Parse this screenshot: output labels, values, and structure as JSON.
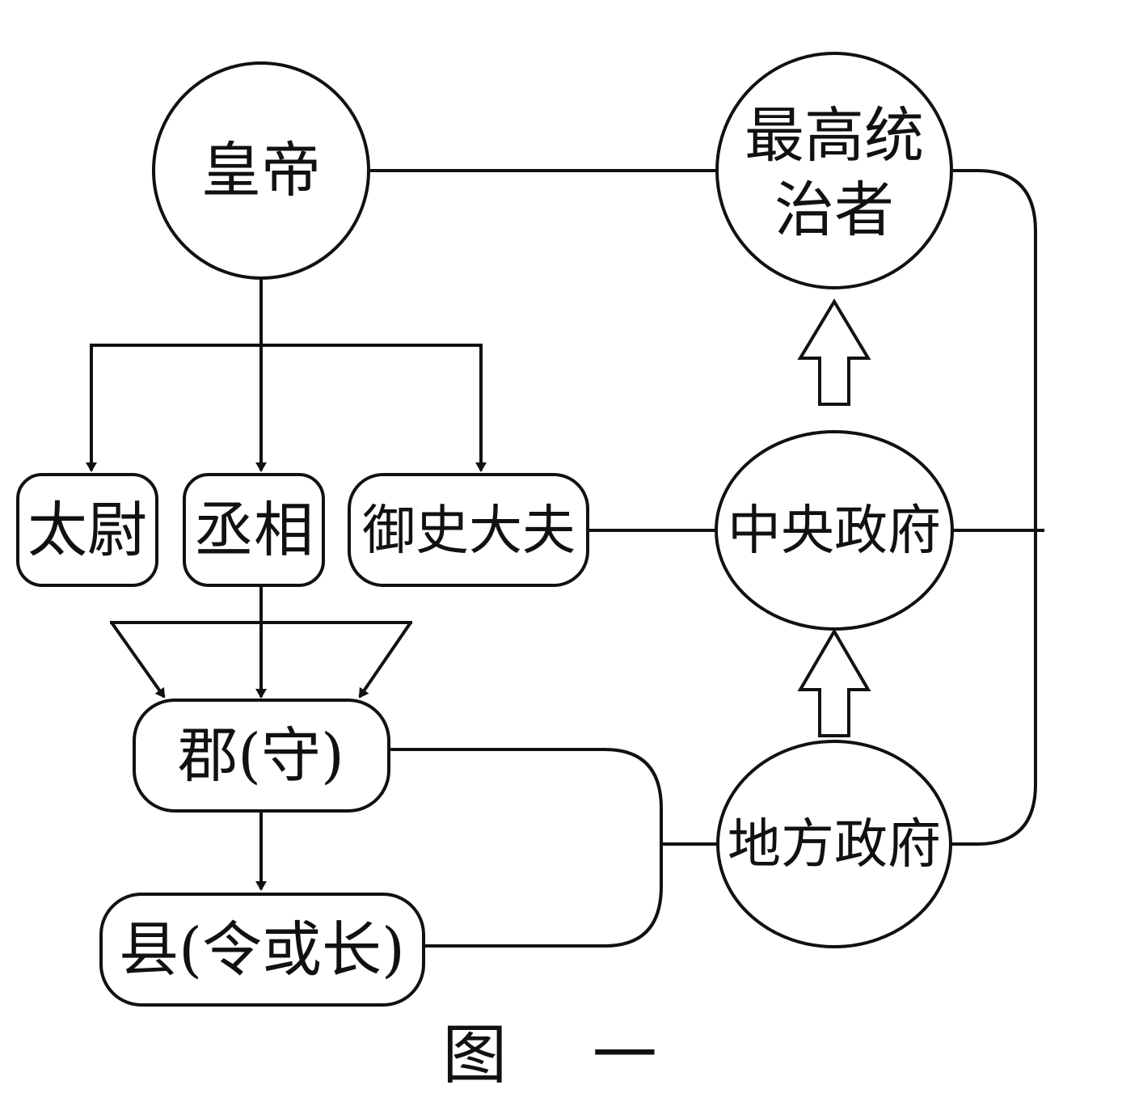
{
  "nodes": {
    "emperor": "皇帝",
    "supreme_ruler_line1": "最高统",
    "supreme_ruler_line2": "治者",
    "taiwei": "太尉",
    "chengxiang": "丞相",
    "yushi_dafu": "御史大夫",
    "central_gov": "中央政府",
    "commandery": "郡(守)",
    "county": "县(令或长)",
    "local_gov": "地方政府"
  },
  "caption": "图 一"
}
